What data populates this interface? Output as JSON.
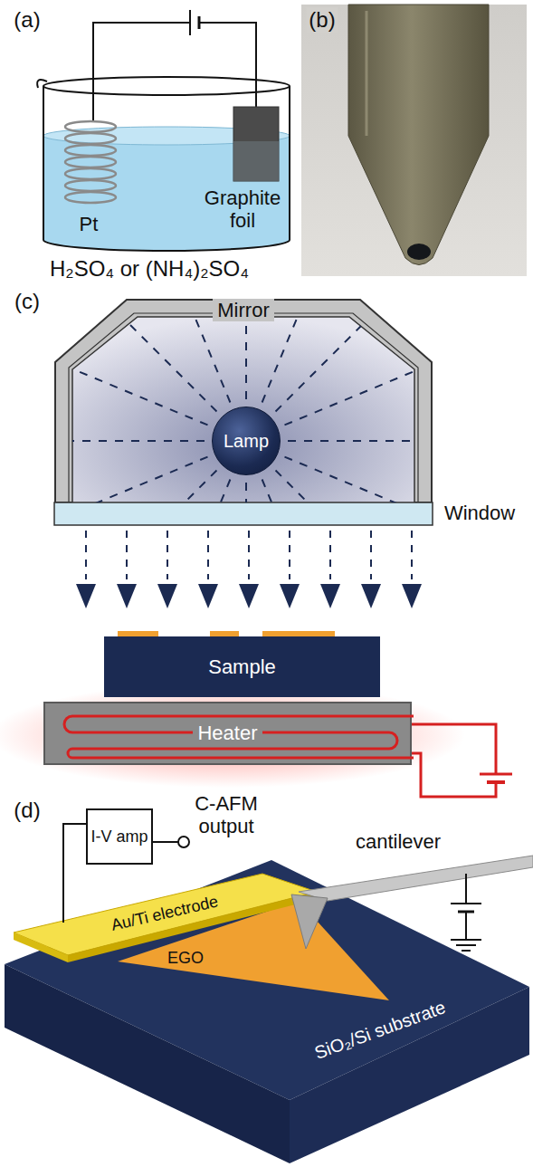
{
  "diagram": {
    "nodes": [
      {
        "text": [
          "Mirror"
        ]
      },
      {
        "text": [
          "Lamp"
        ],
        "in": 0
      },
      {
        "text": [
          "Sample"
        ]
      },
      {
        "text": [
          "Heater"
        ]
      },
      {
        "text": [
          "I-V amp"
        ]
      }
    ],
    "labels": [
      "(a)",
      "Pt",
      "Graphite foil",
      "H₂SO₄ or (NH₄)₂SO₄",
      "(b)",
      "(c)",
      "Window",
      "(d)",
      "C-AFM output",
      "cantilever",
      "Au/Ti electrode",
      "EGO",
      "SiO₂/Si substrate"
    ]
  }
}
